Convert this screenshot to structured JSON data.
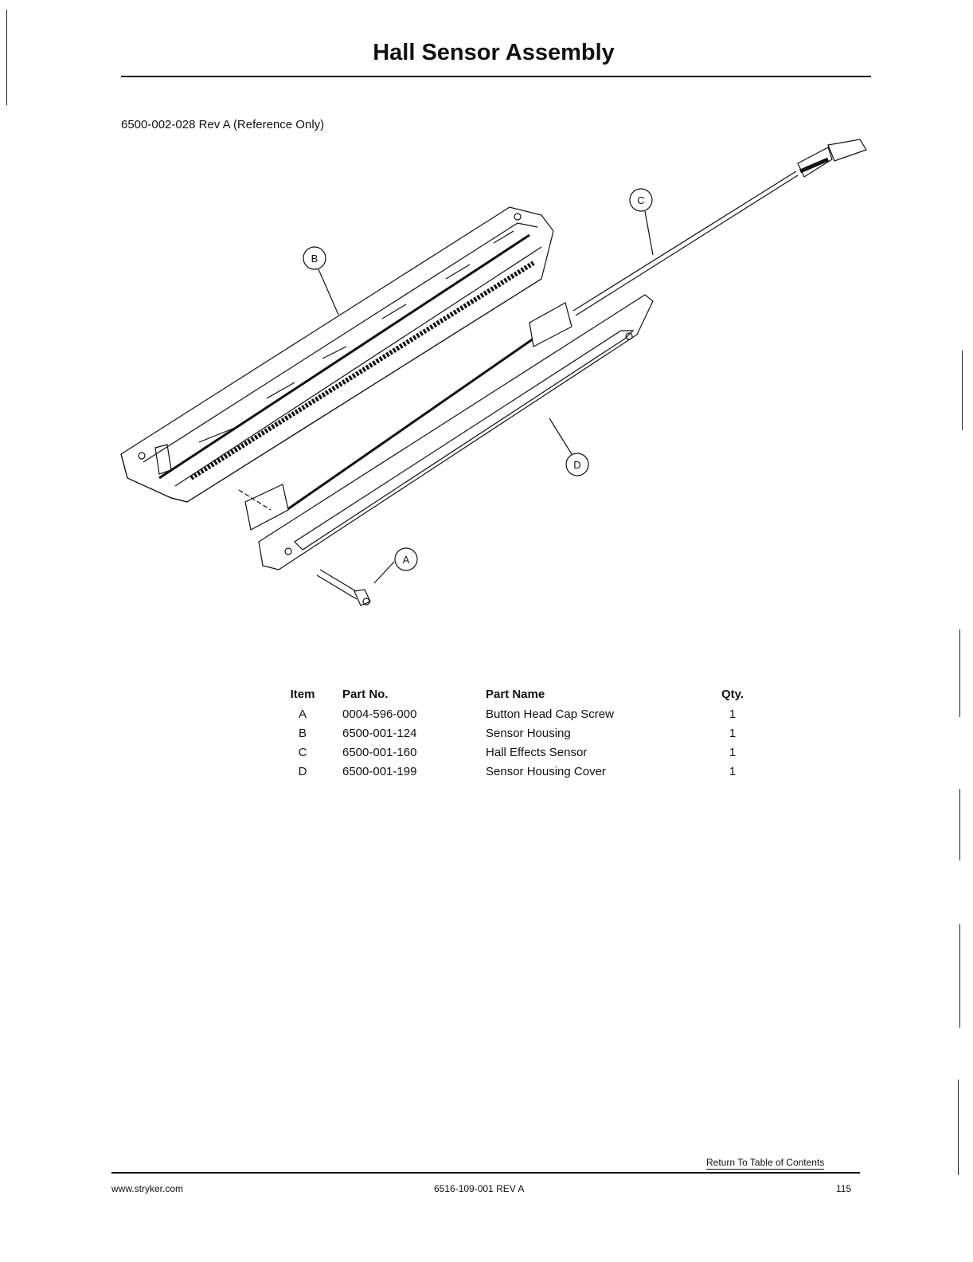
{
  "header": {
    "title": "Hall Sensor Assembly",
    "reference": "6500-002-028 Rev A (Reference Only)"
  },
  "diagram": {
    "callouts": [
      "A",
      "B",
      "C",
      "D"
    ]
  },
  "parts_table": {
    "headers": [
      "Item",
      "Part No.",
      "Part Name",
      "Qty."
    ],
    "rows": [
      {
        "item": "A",
        "part_no": "0004-596-000",
        "name": "Button Head Cap Screw",
        "qty": "1"
      },
      {
        "item": "B",
        "part_no": "6500-001-124",
        "name": "Sensor Housing",
        "qty": "1"
      },
      {
        "item": "C",
        "part_no": "6500-001-160",
        "name": "Hall Effects Sensor",
        "qty": "1"
      },
      {
        "item": "D",
        "part_no": "6500-001-199",
        "name": "Sensor Housing Cover",
        "qty": "1"
      }
    ]
  },
  "footer": {
    "toc_link": "Return To Table of Contents",
    "website": "www.stryker.com",
    "doc_number": "6516-109-001 REV A",
    "page_number": "115"
  }
}
